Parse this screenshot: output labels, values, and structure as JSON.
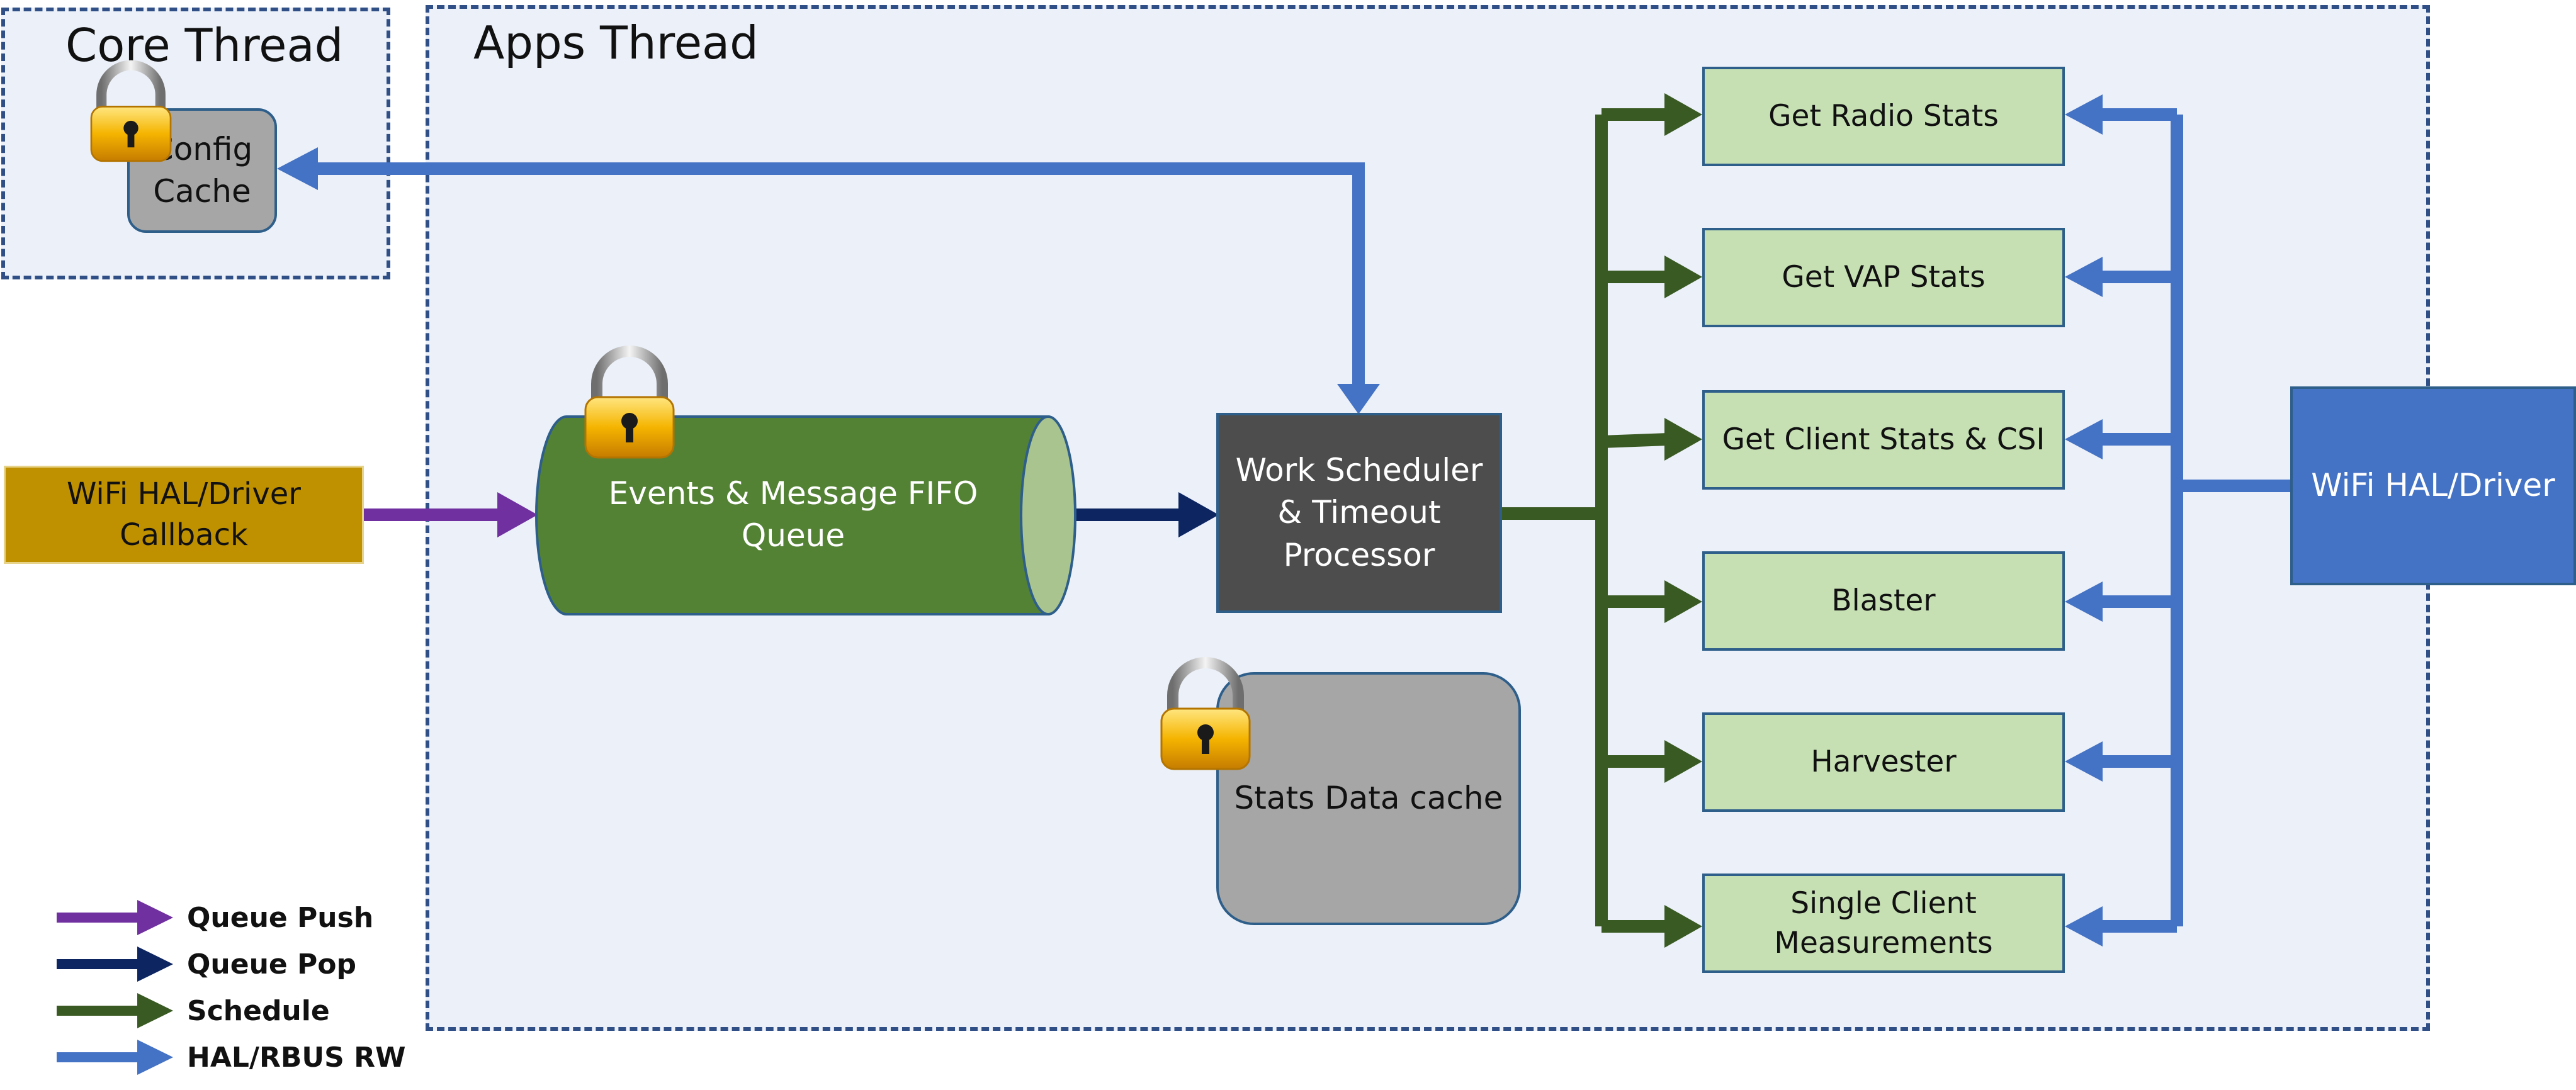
{
  "regions": {
    "core_thread": "Core Thread",
    "apps_thread": "Apps Thread"
  },
  "nodes": {
    "config_cache": "Config\nCache",
    "hal_callback": "WiFi HAL/Driver\nCallback",
    "fifo_queue": "Events & Message FIFO Queue",
    "work_scheduler": "Work Scheduler\n& Timeout\nProcessor",
    "stats_cache": "Stats Data cache",
    "hal_driver": "WiFi HAL/Driver"
  },
  "modules": [
    "Get Radio Stats",
    "Get VAP Stats",
    "Get Client Stats & CSI",
    "Blaster",
    "Harvester",
    "Single Client\nMeasurements"
  ],
  "legend": [
    {
      "label": "Queue Push",
      "color": "#7030a0"
    },
    {
      "label": "Queue Pop",
      "color": "#0d2560"
    },
    {
      "label": "Schedule",
      "color": "#3a5a23"
    },
    {
      "label": "HAL/RBUS RW",
      "color": "#4472c4"
    }
  ],
  "colors": {
    "queue_push": "#7030a0",
    "queue_pop": "#0d2560",
    "schedule": "#3a5a23",
    "hal_rw": "#4472c4",
    "module_fill": "#c6e0b4",
    "fifo_fill": "#548235",
    "scheduler_fill": "#4d4d4d",
    "cache_fill": "#a6a6a6",
    "callback_fill": "#bf9000",
    "driver_fill": "#4472c4"
  },
  "icons": [
    "lock-icon"
  ]
}
